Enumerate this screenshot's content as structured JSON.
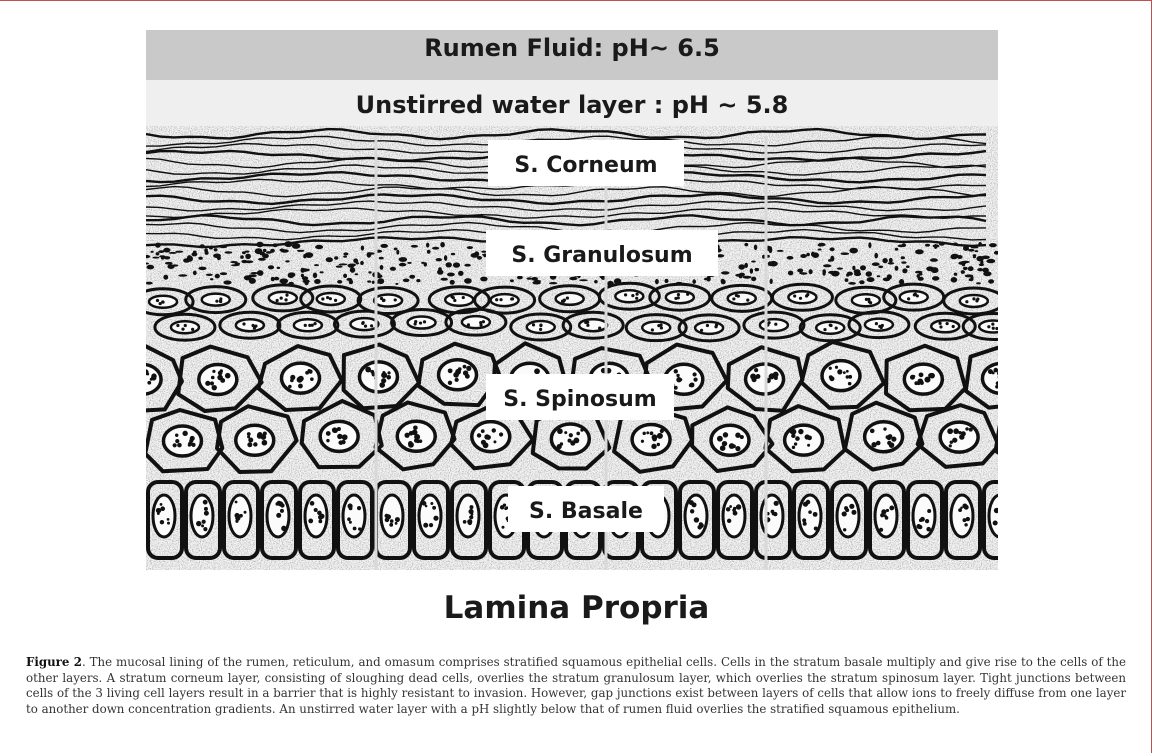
{
  "bands": {
    "rumen": "Rumen Fluid: pH~ 6.5",
    "water": "Unstirred water layer : pH ~ 5.8"
  },
  "layers": {
    "corneum": "S. Corneum",
    "granulosum": "S. Granulosum",
    "spinosum": "S. Spinosum",
    "basale": "S. Basale"
  },
  "lamina": "Lamina Propria",
  "caption": {
    "label": "Figure 2",
    "text": ". The mucosal lining of the rumen, reticulum, and omasum comprises stratified squamous epithelial cells. Cells in the stratum basale multiply and give rise to the cells of the other layers. A stratum corneum layer, consisting of sloughing dead cells, overlies the stratum granulosum layer, which overlies the stratum spinosum layer. Tight junctions between cells of the 3 living cell layers result in a barrier that is highly resistant to invasion. However, gap junctions exist between layers of cells that allow ions to freely diffuse from one layer to another down concentration gradients. An unstirred water layer with a pH slightly below that of rumen fluid overlies the stratified squamous epithelium."
  }
}
